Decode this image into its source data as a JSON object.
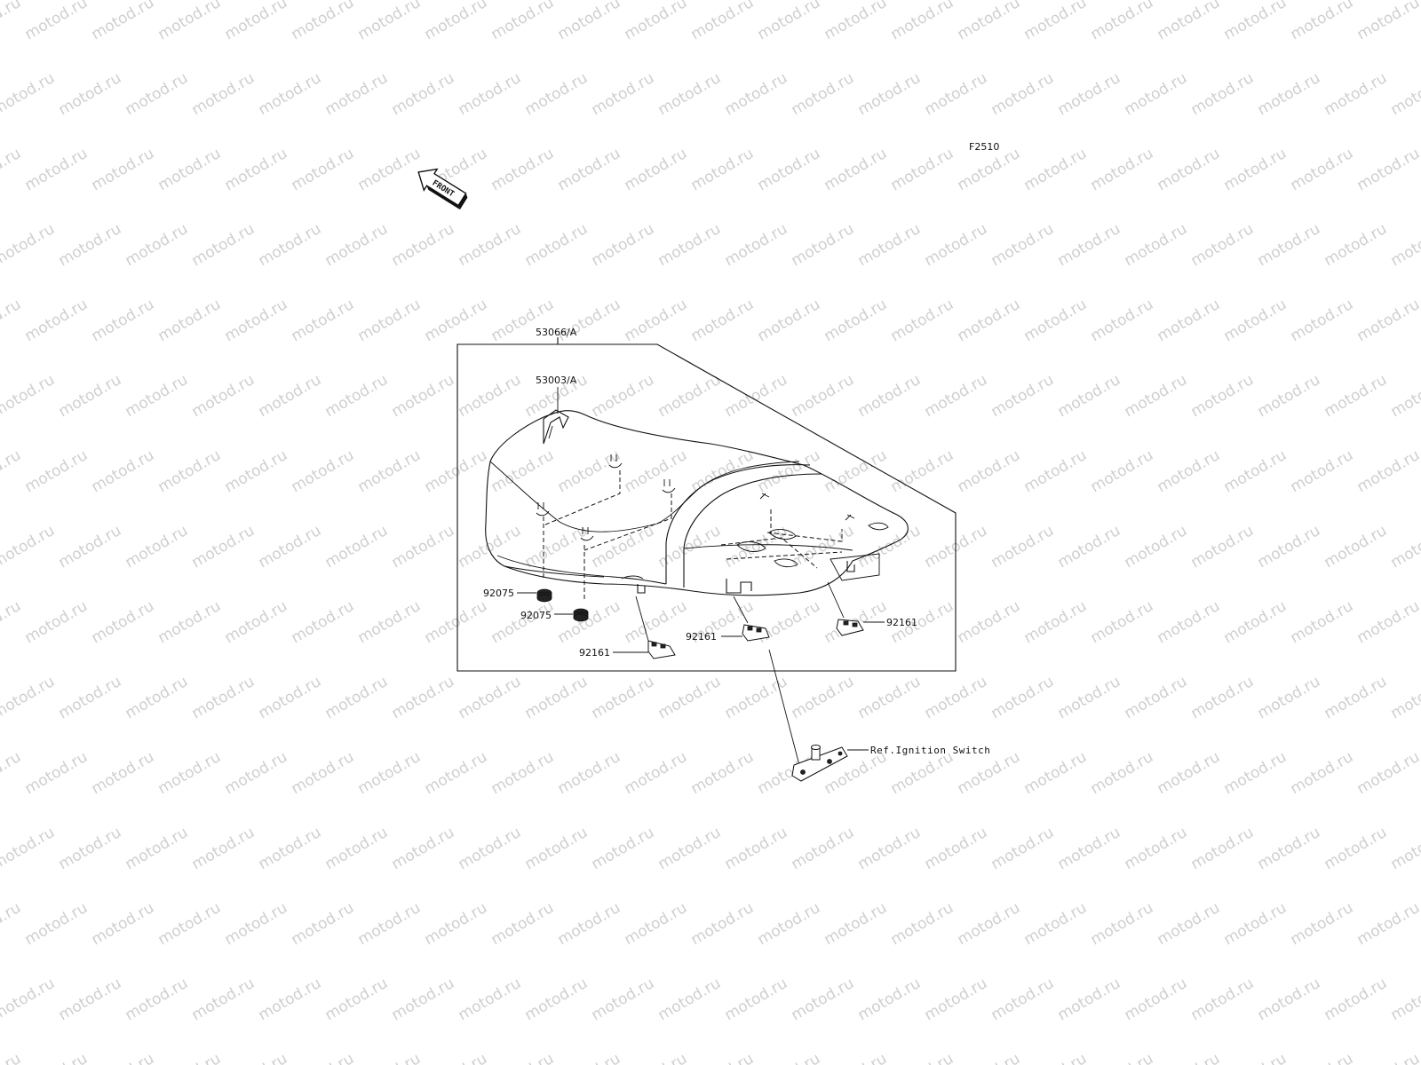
{
  "figure_code": "F2510",
  "front_label": "FRONT",
  "watermark_text": "motod.ru",
  "colors": {
    "line": "#111111",
    "watermark": "#cfcfcf",
    "background": "#ffffff"
  },
  "callouts": {
    "seat_assembly": "53066/A",
    "seat_cover": "53003/A",
    "damper_left": "92075",
    "damper_right": "92075",
    "bracket_front": "92161",
    "bracket_center": "92161",
    "bracket_rear": "92161",
    "ignition_ref": "Ref.Ignition Switch"
  }
}
